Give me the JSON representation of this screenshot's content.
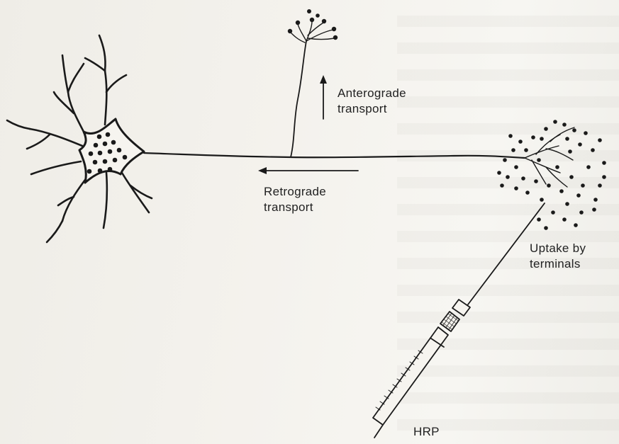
{
  "labels": {
    "anterograde": [
      "Anterograde",
      "transport"
    ],
    "retrograde": [
      "Retrograde",
      "transport"
    ],
    "uptake": [
      "Uptake by",
      "terminals"
    ],
    "hrp": "HRP"
  },
  "colors": {
    "ink": "#1a1a1a",
    "paper": "#f3f1ec"
  }
}
